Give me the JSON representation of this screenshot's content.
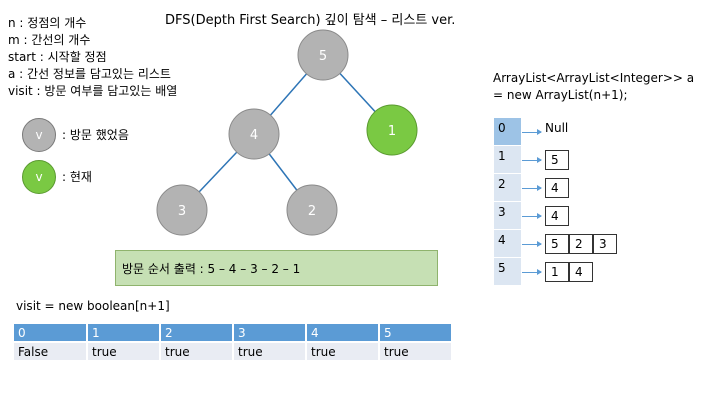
{
  "title": "DFS(Depth First Search)  깊이 탐색 – 리스트  ver.",
  "definitions": [
    "n :  정점의 개수",
    "m :  간선의 개수",
    "start :  시작할 정점",
    "a :  간선 정보를 담고있는 리스트",
    "visit :  방문 여부를 담고있는 배열"
  ],
  "legend": [
    {
      "symbol": "v",
      "text": ":  방문 했었음",
      "color": "#b3b3b3"
    },
    {
      "symbol": "v",
      "text": ":  현재",
      "color": "#7ac943"
    }
  ],
  "graph": {
    "nodes": [
      {
        "label": "5",
        "state": "visited"
      },
      {
        "label": "4",
        "state": "visited"
      },
      {
        "label": "1",
        "state": "current"
      },
      {
        "label": "3",
        "state": "visited"
      },
      {
        "label": "2",
        "state": "visited"
      }
    ],
    "edges": [
      [
        "5",
        "4"
      ],
      [
        "5",
        "1"
      ],
      [
        "4",
        "3"
      ],
      [
        "4",
        "2"
      ]
    ],
    "colors": {
      "visited": "#b3b3b3",
      "current": "#7ac943",
      "edge": "#2e75b6"
    }
  },
  "output": "방문 순서 출력  :  5 – 4 – 3 – 2 – 1",
  "visit": {
    "label": "visit = new boolean[n+1]",
    "indices": [
      "0",
      "1",
      "2",
      "3",
      "4",
      "5"
    ],
    "values": [
      "False",
      "true",
      "true",
      "true",
      "true",
      "true"
    ]
  },
  "adjacency": {
    "declaration_line1": "ArrayList<ArrayList<Integer>> a",
    "declaration_line2": "= new ArrayList(n+1);",
    "rows": [
      {
        "index": "0",
        "null_text": "Null",
        "items": []
      },
      {
        "index": "1",
        "items": [
          "5"
        ]
      },
      {
        "index": "2",
        "items": [
          "4"
        ]
      },
      {
        "index": "3",
        "items": [
          "4"
        ]
      },
      {
        "index": "4",
        "items": [
          "5",
          "2",
          "3"
        ]
      },
      {
        "index": "5",
        "items": [
          "1",
          "4"
        ]
      }
    ]
  }
}
